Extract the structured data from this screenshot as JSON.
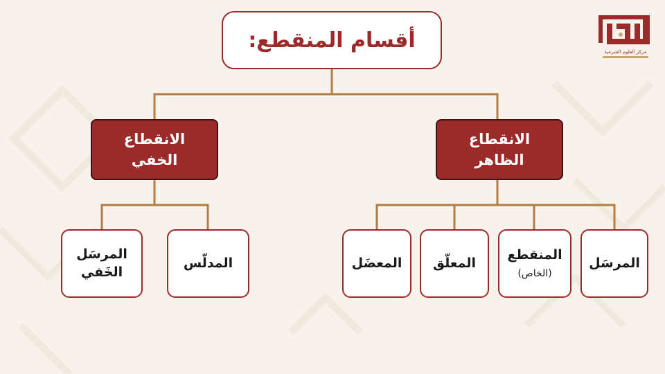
{
  "title": "أقسام المنقطع:",
  "categories": [
    {
      "line1": "الانقطاع",
      "line2": "الظاهر"
    },
    {
      "line1": "الانقطاع",
      "line2": "الخفي"
    }
  ],
  "apparent_types": [
    {
      "label": "المرسَل",
      "sub": ""
    },
    {
      "label": "المنقطع",
      "sub": "(الخاص)"
    },
    {
      "label": "المعلّق",
      "sub": ""
    },
    {
      "label": "المعضَل",
      "sub": ""
    }
  ],
  "hidden_types": [
    {
      "line1": "المدلّس",
      "line2": ""
    },
    {
      "line1": "المرسَل",
      "line2": "الخَفي"
    }
  ],
  "logo": {
    "name": "إحكام",
    "subtitle": "مركز العلوم الشرعية",
    "color": "#9b2a2a"
  },
  "colors": {
    "accent": "#9b2a2a",
    "connector": "#b07d46",
    "background": "#f7f3ec"
  }
}
